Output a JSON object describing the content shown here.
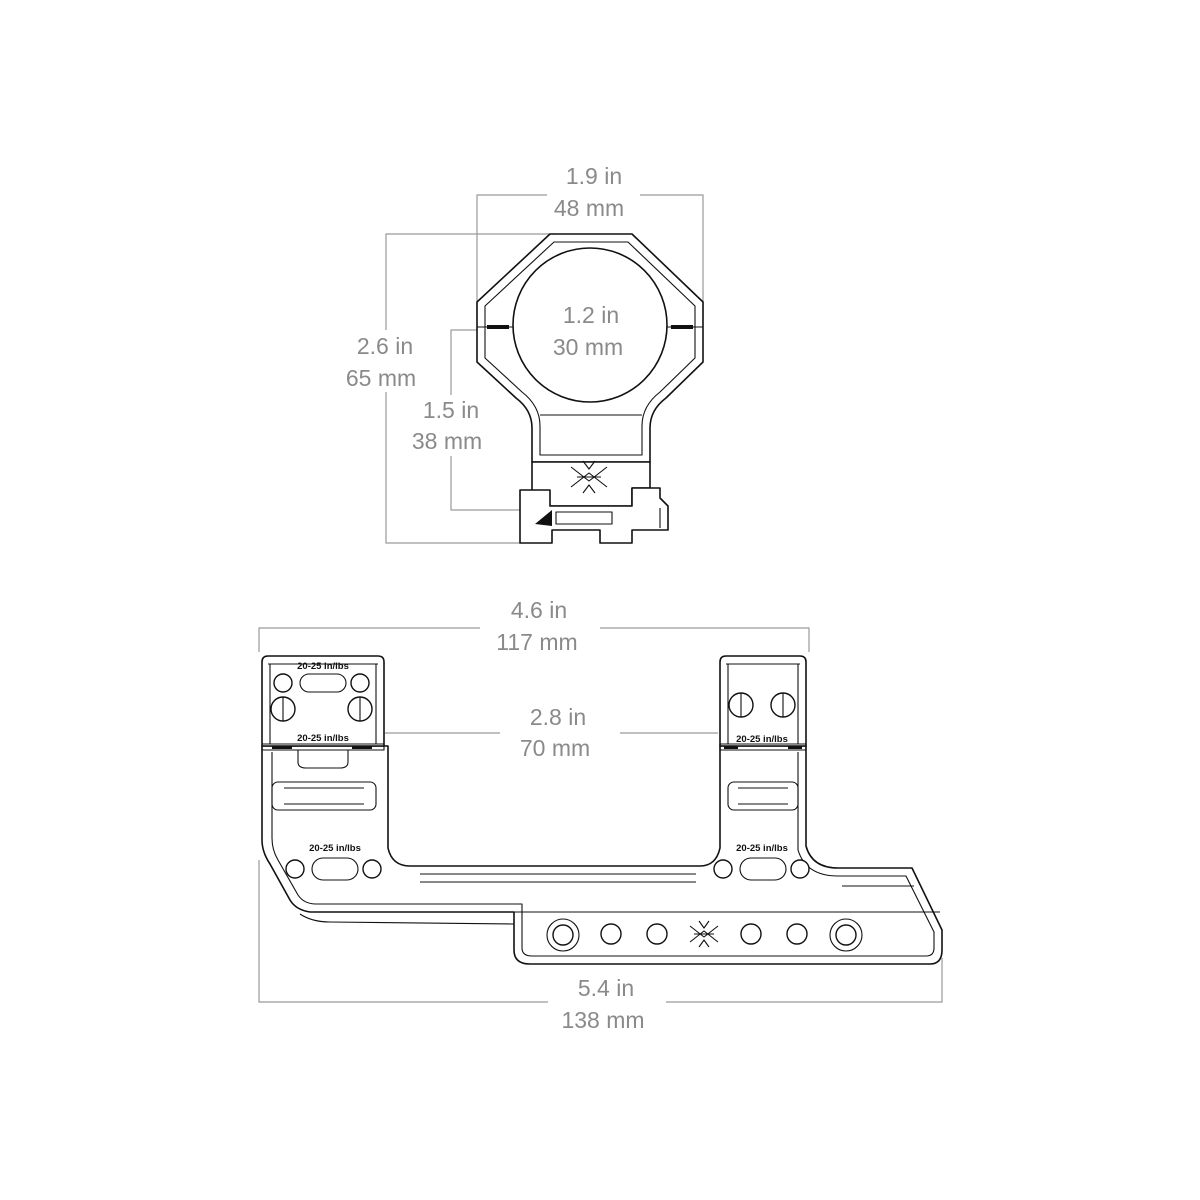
{
  "front_view": {
    "width": {
      "imperial": "1.9 in",
      "metric": "48 mm"
    },
    "height": {
      "imperial": "2.6 in",
      "metric": "65 mm"
    },
    "ring_diameter": {
      "imperial": "1.2 in",
      "metric": "30 mm"
    },
    "center_height": {
      "imperial": "1.5 in",
      "metric": "38 mm"
    }
  },
  "side_view": {
    "ring_spread": {
      "imperial": "4.6 in",
      "metric": "117 mm"
    },
    "ring_spacing": {
      "imperial": "2.8 in",
      "metric": "70 mm"
    },
    "total_length": {
      "imperial": "5.4 in",
      "metric": "138 mm"
    },
    "torque_labels": {
      "front_cap_top": "20-25 in/lbs",
      "front_cap_bottom": "20-25 in/lbs",
      "rear_cap": "20-25 in/lbs",
      "front_base": "20-25 in/lbs",
      "rear_base": "20-25 in/lbs"
    }
  },
  "colors": {
    "dimension": "#8a8a8a",
    "outline": "#111111"
  },
  "icons": {
    "logo": "axis-star-logo-icon"
  }
}
